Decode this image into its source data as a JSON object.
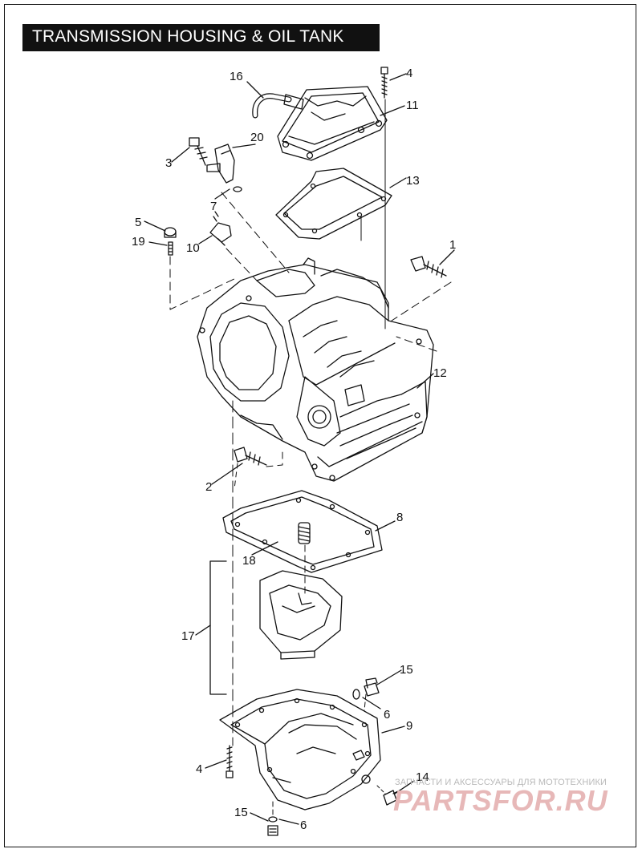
{
  "title": "TRANSMISSION HOUSING & OIL TANK",
  "callouts": {
    "c16": "16",
    "c4a": "4",
    "c11": "11",
    "c20": "20",
    "c3": "3",
    "c13": "13",
    "c7": "7",
    "c5": "5",
    "c19": "19",
    "c10": "10",
    "c1": "1",
    "c12": "12",
    "c2": "2",
    "c8": "8",
    "c18": "18",
    "c17": "17",
    "c15a": "15",
    "c6a": "6",
    "c9": "9",
    "c4b": "4",
    "c14": "14",
    "c15b": "15",
    "c6b": "6"
  },
  "watermark": {
    "caption": "ЗАПЧАСТИ И АКСЕССУАРЫ ДЛЯ МОТОТЕХНИКИ",
    "brand": "PARTSFOR.RU"
  }
}
